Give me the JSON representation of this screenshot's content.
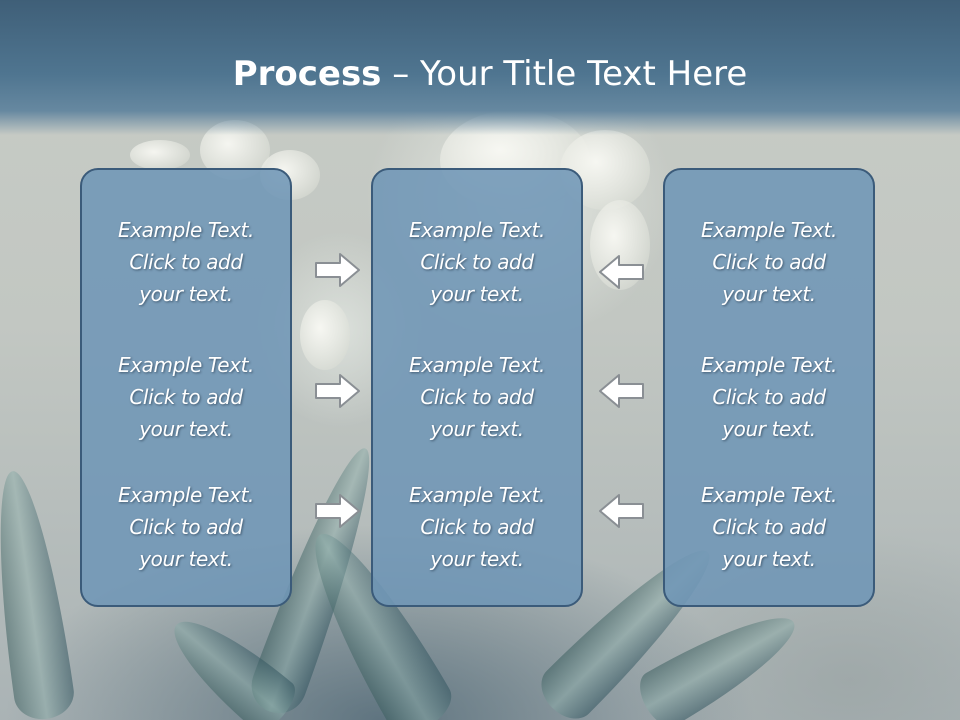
{
  "slide": {
    "title_bold": "Process",
    "title_rest": " – Your Title Text Here"
  },
  "columns": [
    {
      "blocks": [
        {
          "lines": [
            "Example Text.",
            "Click  to add",
            "your text."
          ]
        },
        {
          "lines": [
            "Example Text.",
            "Click  to add",
            "your text."
          ]
        },
        {
          "lines": [
            "Example Text.",
            "Click  to add",
            "your text."
          ]
        }
      ]
    },
    {
      "blocks": [
        {
          "lines": [
            "Example Text.",
            "Click  to add",
            "your text."
          ]
        },
        {
          "lines": [
            "Example Text.",
            "Click  to add",
            "your text."
          ]
        },
        {
          "lines": [
            "Example Text.",
            "Click  to add",
            "your text."
          ]
        }
      ]
    },
    {
      "blocks": [
        {
          "lines": [
            "Example Text.",
            "Click  to add",
            "your text."
          ]
        },
        {
          "lines": [
            "Example Text.",
            "Click  to add",
            "your text."
          ]
        },
        {
          "lines": [
            "Example Text.",
            "Click  to add",
            "your text."
          ]
        }
      ]
    }
  ],
  "arrows": {
    "left_group": "right-arrow-icon",
    "right_group": "left-arrow-icon"
  },
  "colors": {
    "header": "#4f7590",
    "panel": "#7096b6",
    "panel_border": "#3b5b7a",
    "text": "#ffffff"
  }
}
